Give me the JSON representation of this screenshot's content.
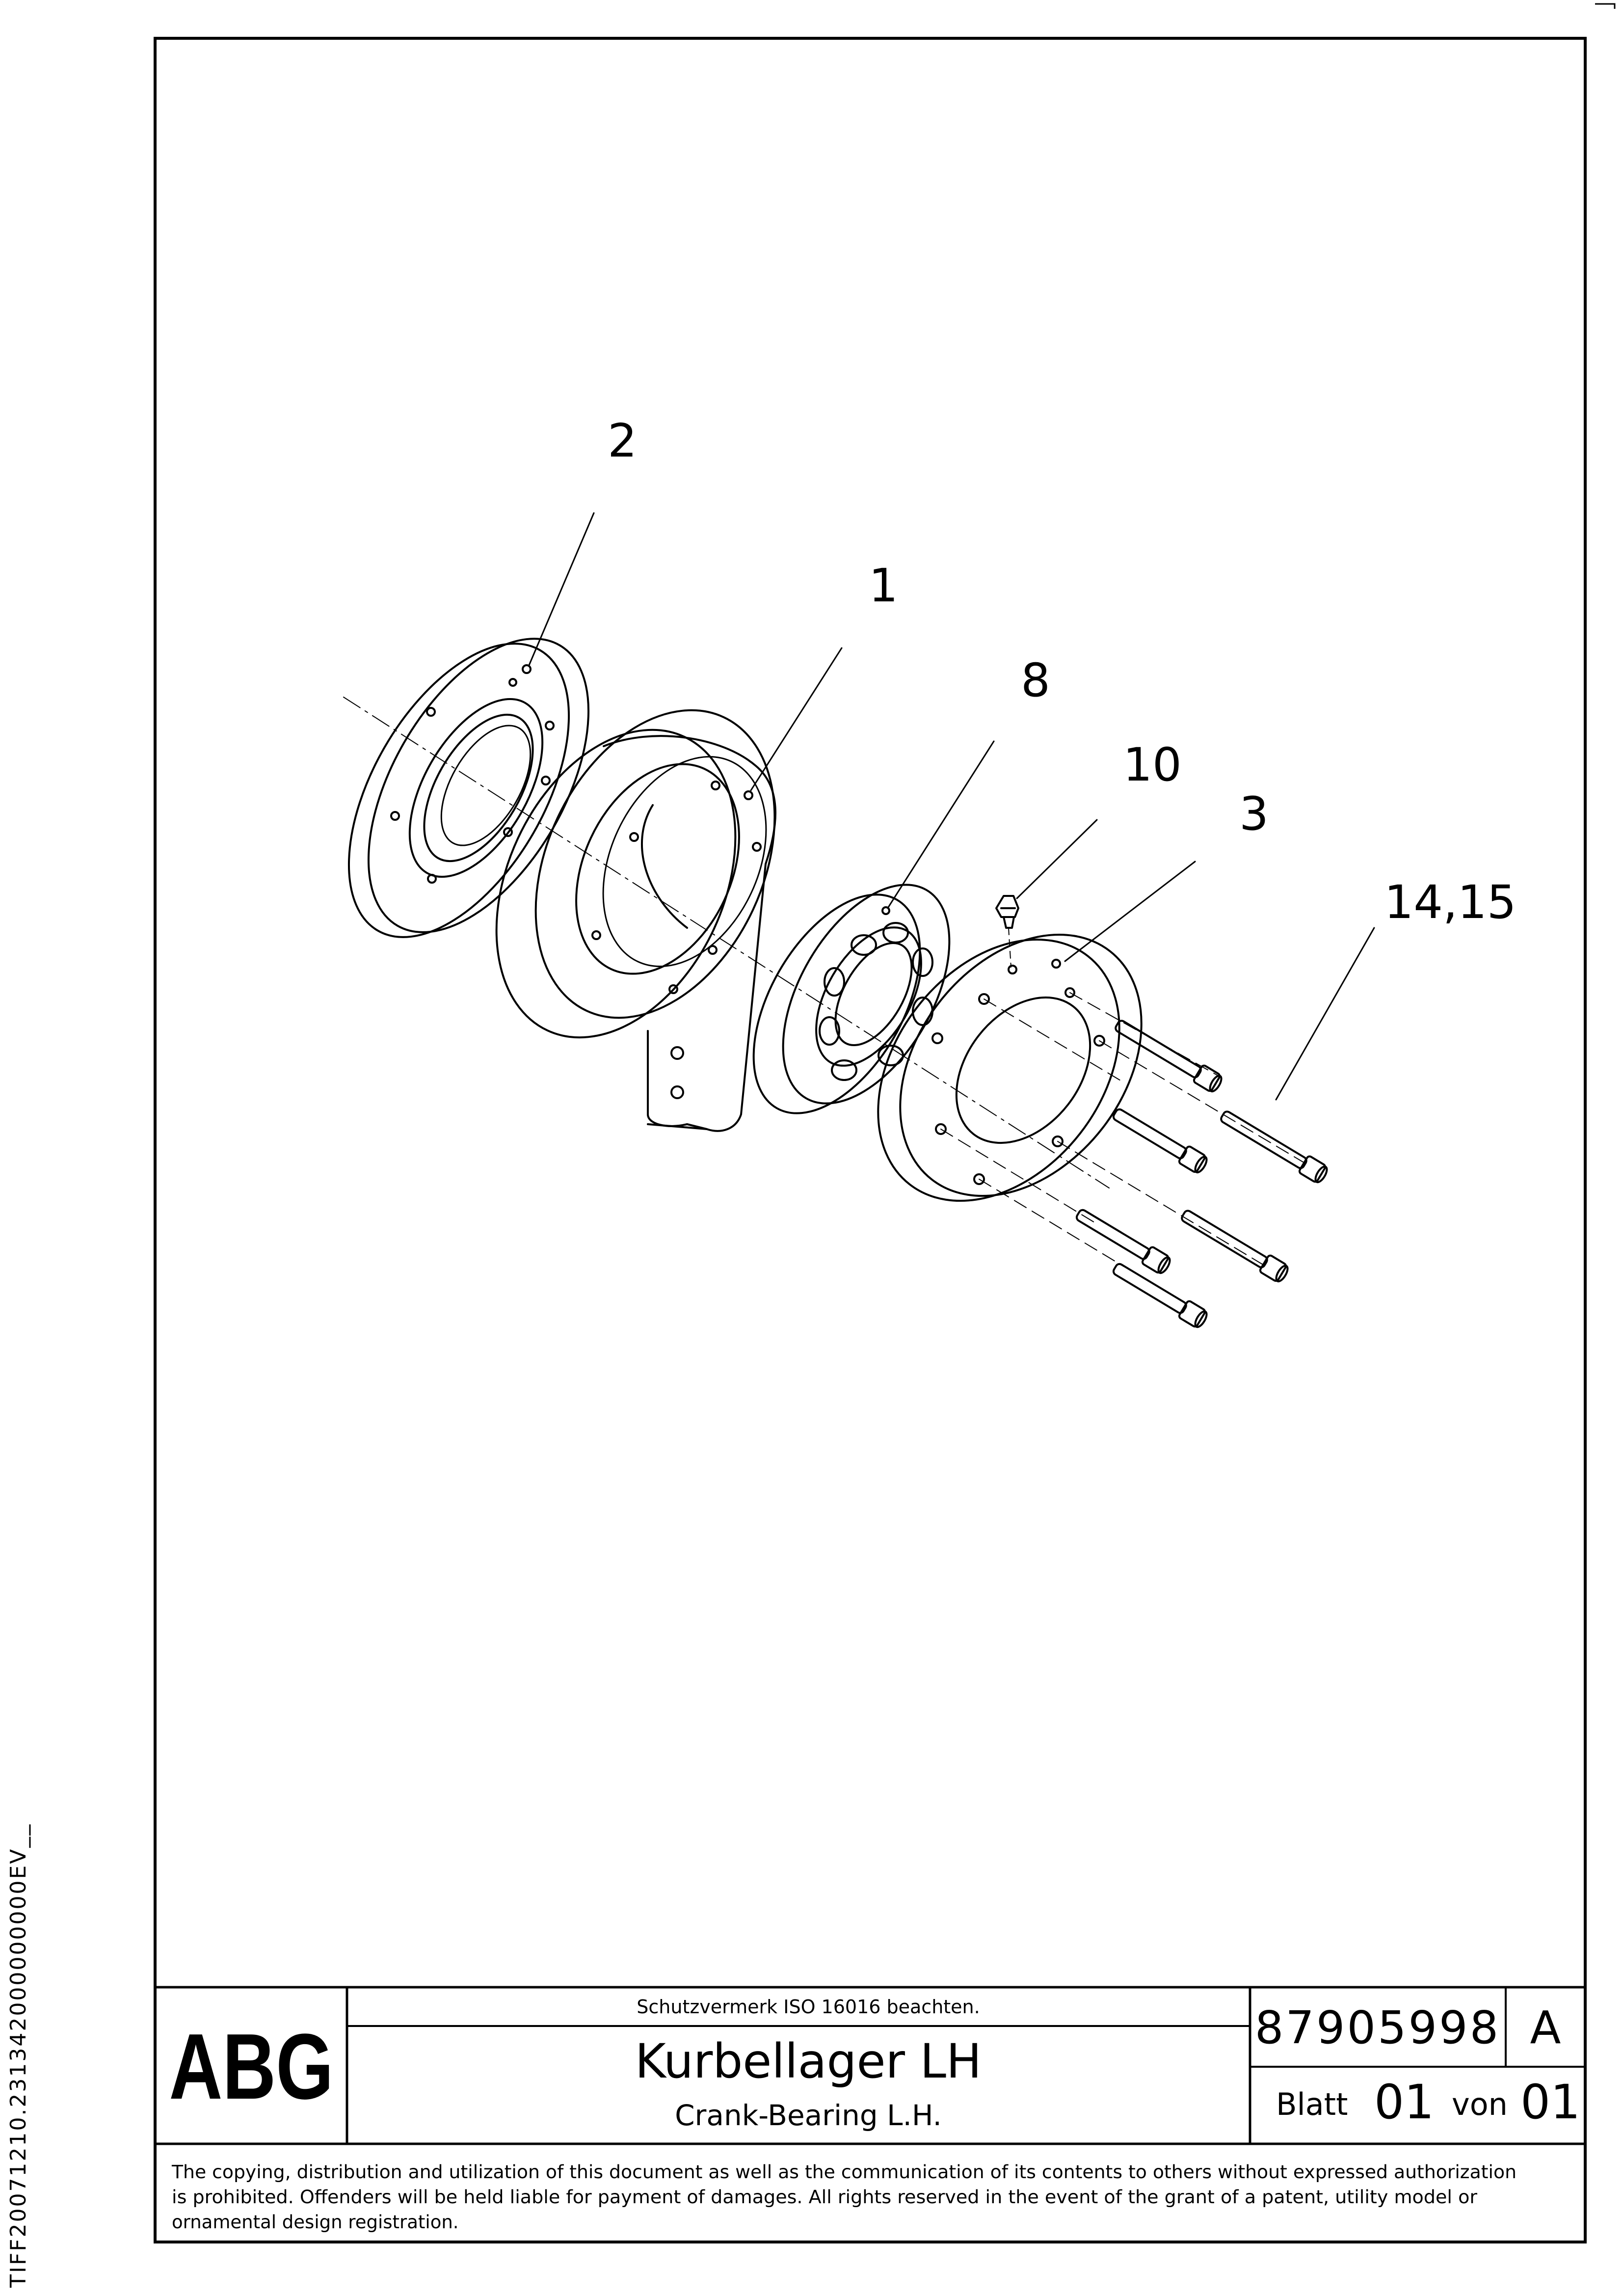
{
  "callouts": {
    "c2": "2",
    "c1": "1",
    "c8": "8",
    "c10": "10",
    "c3": "3",
    "c14": "14,15"
  },
  "title_block": {
    "logo": "ABG",
    "protection_note": "Schutzvermerk ISO 16016 beachten.",
    "title_de": "Kurbellager LH",
    "title_en": "Crank-Bearing L.H.",
    "drawing_number": "87905998",
    "revision": "A",
    "sheet_label": "Blatt",
    "sheet_no": "01",
    "of_label": "von",
    "sheet_total": "01"
  },
  "copyright": {
    "line1": "The copying, distribution and utilization of this document as well as the communication of its contents to others without expressed authorization",
    "line2": "is prohibited. Offenders will be held liable for payment of damages. All rights reserved in the event of the grant of a patent, utility model or",
    "line3": "ornamental design registration."
  },
  "side_code": "TIFF20071210.231342000000000EV__"
}
